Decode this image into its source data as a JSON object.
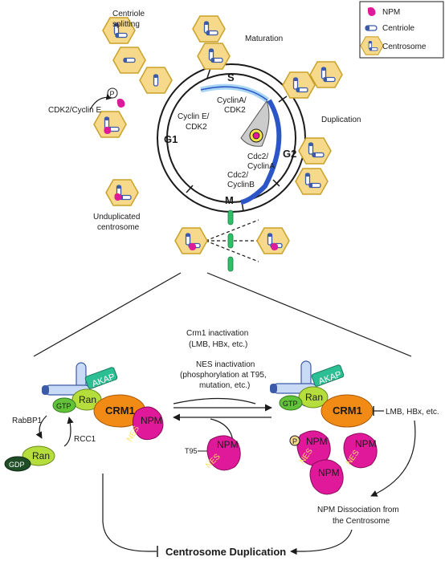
{
  "legend": {
    "items": [
      {
        "label": "NPM",
        "icon": "npm-icon"
      },
      {
        "label": "Centriole",
        "icon": "centriole-icon"
      },
      {
        "label": "Centrosome",
        "icon": "centrosome-icon"
      }
    ]
  },
  "cycle": {
    "phases": {
      "s": "S",
      "g1": "G1",
      "g2": "G2",
      "m": "M"
    },
    "cyclin_e_cdk2": [
      "Cyclin E/",
      "CDK2"
    ],
    "cyclina_cdk2": [
      "CyclinA/",
      "CDK2"
    ],
    "cdc2_cyclina": [
      "Cdc2/",
      "CyclinA"
    ],
    "cdc2_cyclinb": [
      "Cdc2/",
      "CyclinB"
    ]
  },
  "annotations": {
    "centriole_splitting": [
      "Centriole",
      "splitting"
    ],
    "maturation": "Maturation",
    "duplication": "Duplication",
    "cdk2_cyclin_e": "CDK2/Cyclin E",
    "unduplicated": [
      "Unduplicated",
      "centrosome"
    ],
    "phospho": "P"
  },
  "mechanism": {
    "crm1_inactivation": [
      "Crm1 inactivation",
      "(LMB, HBx, etc.)"
    ],
    "nes_inactivation": [
      "NES inactivation",
      "(phosphorylation at T95,",
      "mutation, etc.)"
    ],
    "left_complex": {
      "akap": "AKAP",
      "gtp": "GTP",
      "ran": "Ran",
      "crm1": "CRM1",
      "npm": "NPM",
      "nes": "NES"
    },
    "rabbp1": "RabBP1",
    "rcc1": "RCC1",
    "ran_gdp": {
      "ran": "Ran",
      "gdp": "GDP"
    },
    "t95": "T95",
    "free_npm": {
      "npm": "NPM",
      "nes": "NES"
    },
    "right_complex": {
      "akap": "AKAP",
      "gtp": "GTP",
      "ran": "Ran",
      "crm1": "CRM1"
    },
    "lmb_hbx": "LMB, HBx, etc.",
    "released_npm": "NPM",
    "released_nes": "NES",
    "released_p": "P",
    "npm_dissociation": [
      "NPM Dissociation from",
      "the Centrosome"
    ],
    "centrosome_duplication": "Centrosome Duplication"
  },
  "colors": {
    "npm": "#e0189a",
    "centrosome_fill": "#f6d98a",
    "centrosome_stroke": "#c9a12a",
    "centriole": "#3b5aa8",
    "crm1": "#f28a16",
    "ran": "#b5dd3c",
    "gtp": "#62c23a",
    "akap": "#2bbf93",
    "gdp": "#1f4d25",
    "cyclin_blue": "#2c56c7",
    "cyclin_light": "#a9d6f2",
    "spindle": "#2fbf6a"
  }
}
